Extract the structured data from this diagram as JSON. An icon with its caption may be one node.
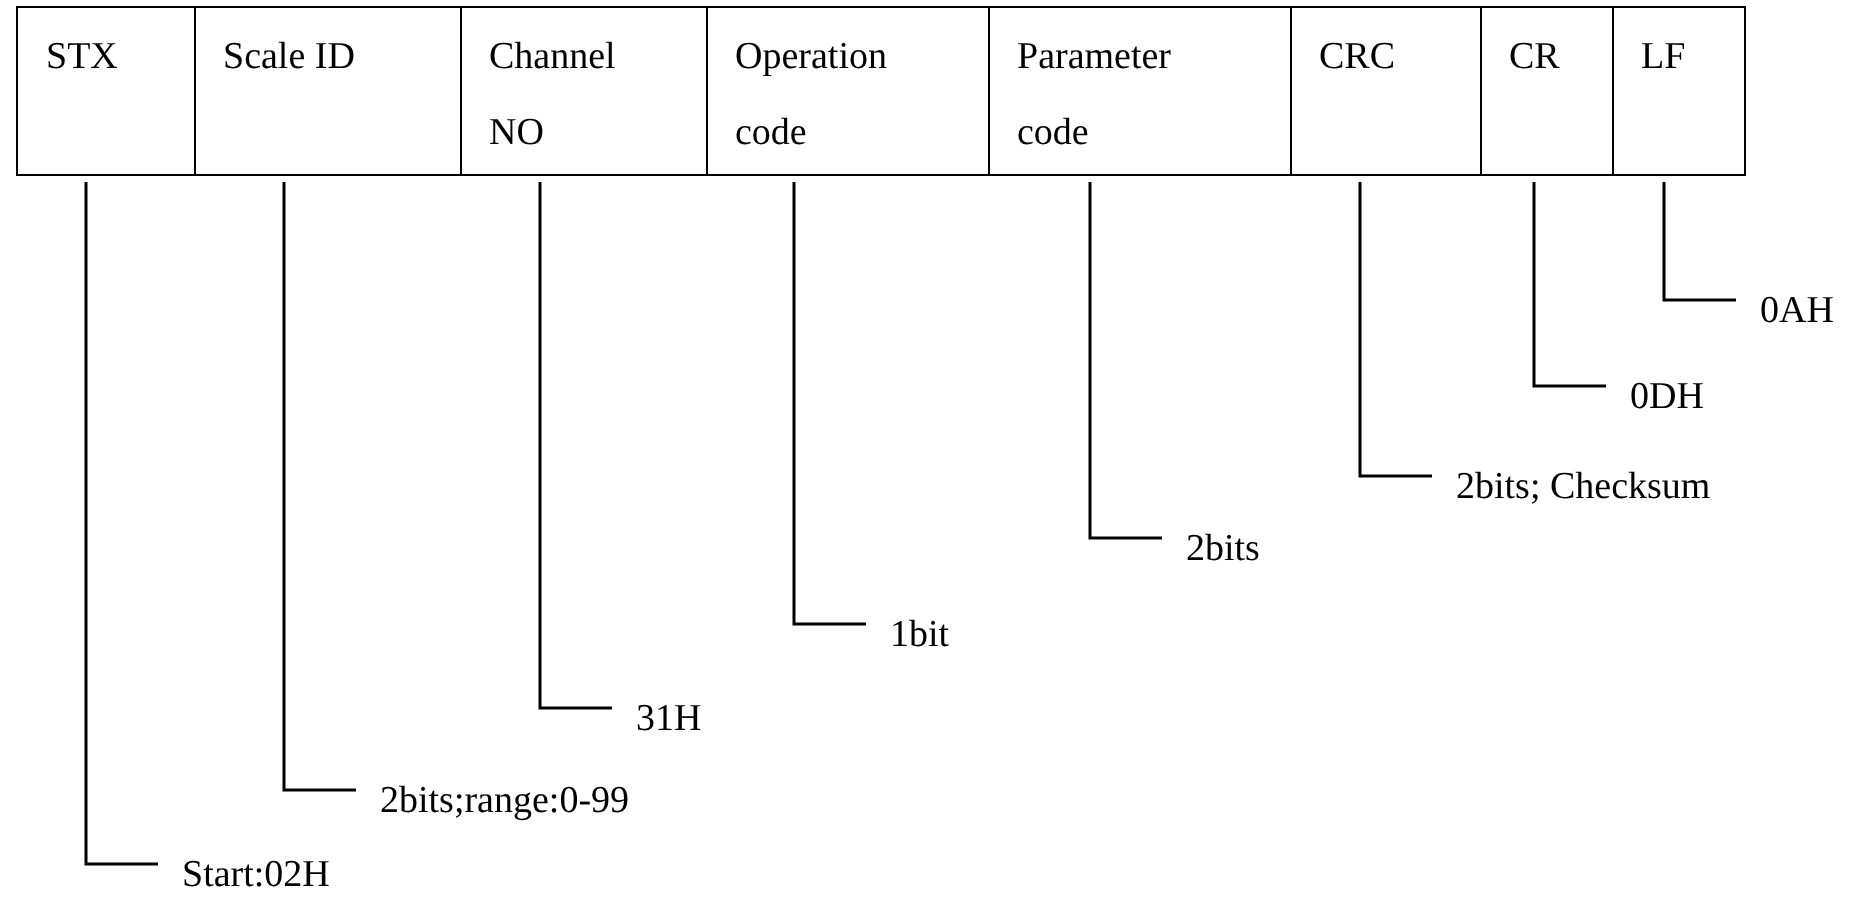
{
  "diagram": {
    "nodes": [
      {
        "text": [
          "STX"
        ]
      },
      {
        "text": [
          "Scale ID"
        ]
      },
      {
        "text": [
          "Channel NO"
        ]
      },
      {
        "text": [
          "Operation code"
        ]
      },
      {
        "text": [
          "Parameter code"
        ]
      },
      {
        "text": [
          "CRC"
        ]
      },
      {
        "text": [
          "CR"
        ]
      },
      {
        "text": [
          "LF"
        ]
      },
      {
        "text": [
          "Start:02H"
        ]
      },
      {
        "text": [
          "2bits;range:0-99"
        ]
      },
      {
        "text": [
          "31H"
        ]
      },
      {
        "text": [
          "1bit"
        ]
      },
      {
        "text": [
          "2bits"
        ]
      },
      {
        "text": [
          "2bits; Checksum"
        ]
      },
      {
        "text": [
          "0DH"
        ]
      },
      {
        "text": [
          "0AH"
        ]
      }
    ],
    "edges": [
      {
        "from": 0,
        "to": 8,
        "arrow": "none"
      },
      {
        "from": 1,
        "to": 9,
        "arrow": "none"
      },
      {
        "from": 2,
        "to": 10,
        "arrow": "none"
      },
      {
        "from": 3,
        "to": 11,
        "arrow": "none"
      },
      {
        "from": 4,
        "to": 12,
        "arrow": "none"
      },
      {
        "from": 5,
        "to": 13,
        "arrow": "none"
      },
      {
        "from": 6,
        "to": 14,
        "arrow": "none"
      },
      {
        "from": 7,
        "to": 15,
        "arrow": "none"
      }
    ]
  }
}
